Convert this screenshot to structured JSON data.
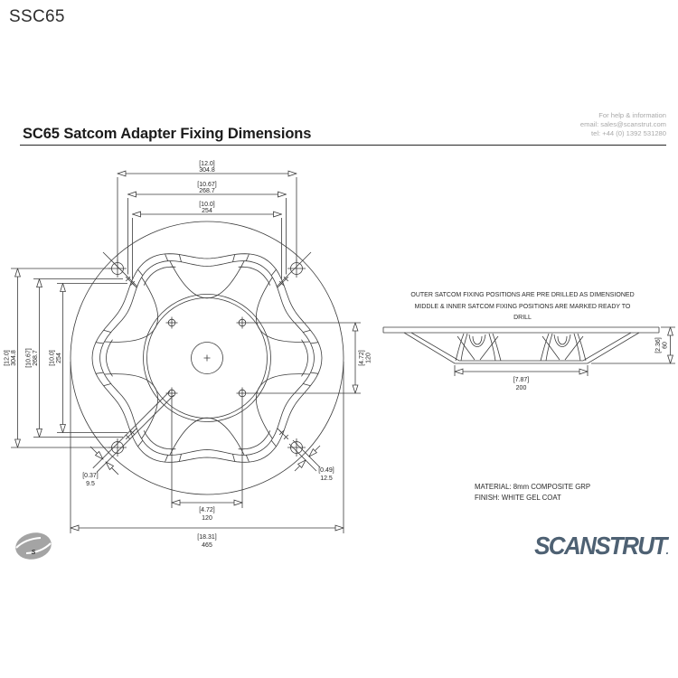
{
  "header": {
    "doc_code": "SSC65",
    "title": "SC65 Satcom Adapter Fixing Dimensions"
  },
  "contact": {
    "line1": "For help & information",
    "line2": "email: sales@scanstrut.com",
    "line3": "tel: +44 (0) 1392 531280"
  },
  "notes": {
    "line1": "OUTER SATCOM FIXING POSITIONS ARE PRE DRILLED AS DIMENSIONED",
    "line2": "MIDDLE & INNER SATCOM FIXING POSITIONS ARE MARKED READY TO DRILL"
  },
  "specs": {
    "material": "MATERIAL: 8mm COMPOSITE GRP",
    "finish": "FINISH: WHITE GEL COAT"
  },
  "brand": {
    "wordmark": "SCANSTRUT",
    "wordmark_suffix": ".",
    "wordmark_color": "#4e6173",
    "emblem": "scanstrut-s-ellipse",
    "emblem_letter": "S"
  },
  "dims": {
    "d304": {
      "in": "[12.0]",
      "mm": "304.8"
    },
    "d268": {
      "in": "[10.67]",
      "mm": "268.7"
    },
    "d254": {
      "in": "[10.0]",
      "mm": "254"
    },
    "d120": {
      "in": "[4.72]",
      "mm": "120"
    },
    "d465": {
      "in": "[18.31]",
      "mm": "465"
    },
    "d95": {
      "in": "[0.37]",
      "mm": "9.5"
    },
    "d125": {
      "in": "[0.49]",
      "mm": "12.5"
    },
    "d60": {
      "in": "[2.36]",
      "mm": "60"
    },
    "d200": {
      "in": "[7.87]",
      "mm": "200"
    }
  }
}
